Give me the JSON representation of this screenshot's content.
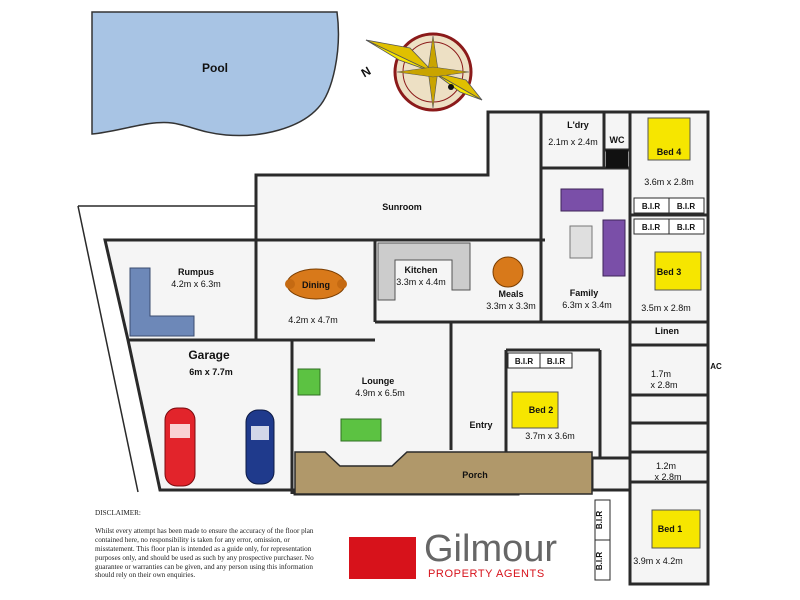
{
  "pool": {
    "label": "Pool"
  },
  "compass": {
    "north": "N"
  },
  "rooms": {
    "laundry": {
      "name": "L'dry",
      "size": "2.1m x 2.4m"
    },
    "wc": {
      "name": "WC"
    },
    "bed4": {
      "name": "Bed 4",
      "size": "3.6m x 2.8m"
    },
    "sunroom": {
      "name": "Sunroom"
    },
    "rumpus": {
      "name": "Rumpus",
      "size": "4.2m x 6.3m"
    },
    "dining": {
      "name": "Dining",
      "size": "4.2m x 4.7m"
    },
    "kitchen": {
      "name": "Kitchen",
      "size": "3.3m x 4.4m"
    },
    "meals": {
      "name": "Meals",
      "size": "3.3m x 3.3m"
    },
    "family": {
      "name": "Family",
      "size": "6.3m x 3.4m"
    },
    "bed3": {
      "name": "Bed 3",
      "size": "3.5m x 2.8m"
    },
    "linen": {
      "name": "Linen"
    },
    "garage": {
      "name": "Garage",
      "size": "6m x 7.7m"
    },
    "lounge": {
      "name": "Lounge",
      "size": "4.9m x 6.5m"
    },
    "entry": {
      "name": "Entry"
    },
    "bed2": {
      "name": "Bed 2",
      "size": "3.7m x 3.6m"
    },
    "bath": {
      "size_line1": "1.7m",
      "size_line2": "x 2.8m"
    },
    "ensuite": {
      "size_line1": "1.2m",
      "size_line2": "x 2.8m"
    },
    "ac": {
      "name": "AC"
    },
    "porch": {
      "name": "Porch"
    },
    "bed1": {
      "name": "Bed 1",
      "size": "3.9m x 4.2m"
    }
  },
  "bir_label": "B.I.R",
  "disclaimer": {
    "title": "DISCLAIMER:",
    "body": "Whilst every attempt has been made to ensure the accuracy of the floor plan contained here, no responsibility is taken for any error, omission, or misstatement. This floor plan is intended as a guide only, for representation purposes only, and should be used as such by any prospective purchaser. No guarantee or warranties can be given, and any person using this information should rely on their own enquiries."
  },
  "brand": {
    "name": "Gilmour",
    "tagline": "PROPERTY AGENTS"
  },
  "colors": {
    "pool": "#a8c4e4",
    "bedroom_bed": "#f6e600",
    "sofa_blue": "#6d88b8",
    "sofa_green": "#5cc242",
    "sofa_purple": "#7a4fa8",
    "porch": "#b0986a",
    "car_red": "#e2242b",
    "car_blue": "#1f3a8c",
    "brand_red": "#d7121b"
  }
}
